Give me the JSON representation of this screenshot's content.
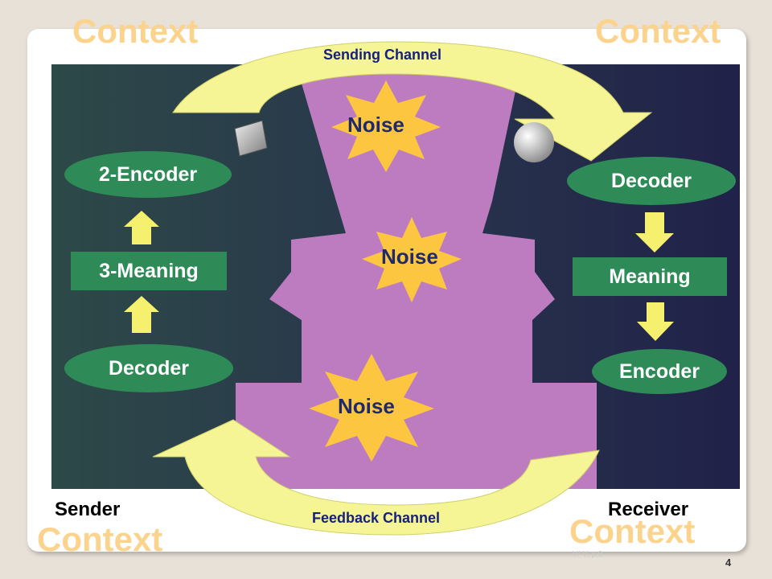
{
  "context": {
    "top_left": "Context",
    "top_right": "Context",
    "bottom_left": "Context",
    "bottom_right": "Context"
  },
  "channels": {
    "sending": "Sending Channel",
    "feedback": "Feedback Channel"
  },
  "noise": [
    "Noise",
    "Noise",
    "Noise"
  ],
  "sender": {
    "label": "Sender",
    "steps": [
      "2-Encoder",
      "3-Meaning",
      "Decoder"
    ]
  },
  "receiver": {
    "label": "Receiver",
    "steps": [
      "Decoder",
      "Meaning",
      "Encoder"
    ]
  },
  "footer": {
    "source": "V/ V, p 9",
    "page_number": "4"
  },
  "colors": {
    "context": "#fbd38d",
    "node_fill": "#2e8b57",
    "arrow_fill": "#f5f06e",
    "channel_arrow": "#f6f596",
    "noise_star": "#fcc640",
    "silhouette": "#b56ab8",
    "background_left": "#1d3a3a",
    "background_right": "#13133d"
  },
  "icons": [
    "cube-icon",
    "sphere-icon",
    "noise-star-icon",
    "arrow-up-icon",
    "arrow-down-icon"
  ]
}
